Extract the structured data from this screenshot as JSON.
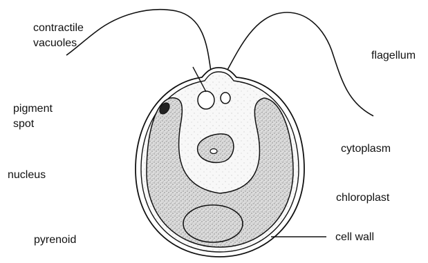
{
  "labels": {
    "contractile_vacuoles": [
      "contractile",
      "vacuoles"
    ],
    "flagellum": "flagellum",
    "pigment_spot": [
      "pigment",
      "spot"
    ],
    "cytoplasm": "cytoplasm",
    "nucleus": "nucleus",
    "chloroplast": "chloroplast",
    "pyrenoid": "pyrenoid",
    "cell_wall": "cell wall"
  },
  "colors": {
    "ink": "#111111",
    "chloroplast_fill": "#d6d6d6",
    "cytoplasm_fill": "#f7f7f7",
    "background": "#ffffff"
  }
}
